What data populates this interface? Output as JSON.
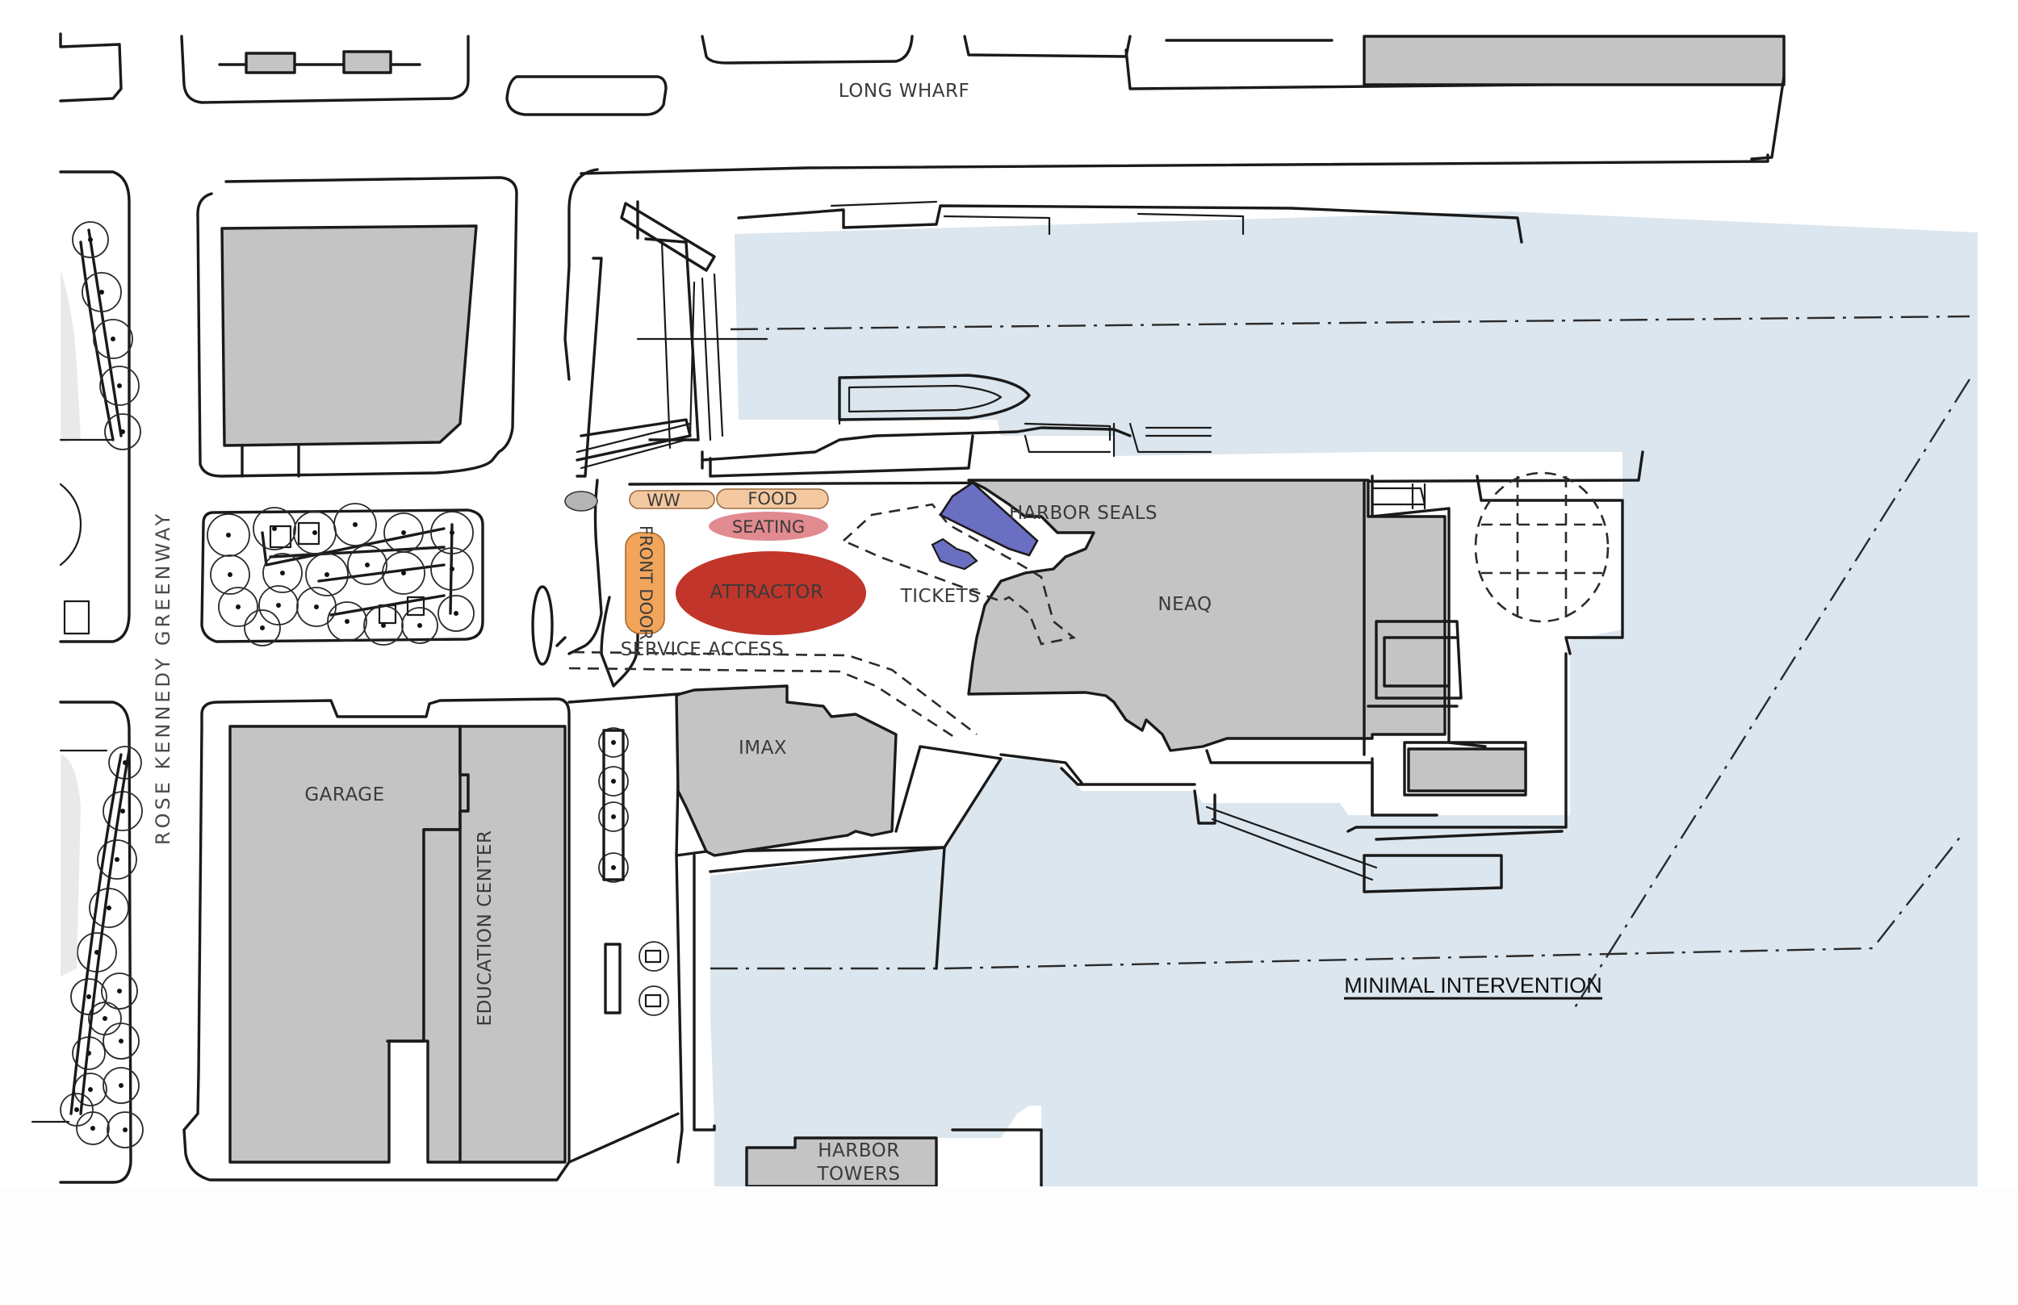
{
  "map": {
    "labels": {
      "long_wharf": "LONG WHARF",
      "harbor_seals": "HARBOR SEALS",
      "neaq": "NEAQ",
      "tickets": "TICKETS",
      "ww": "WW",
      "food": "FOOD",
      "seating": "SEATING",
      "front_door": "FRONT DOOR",
      "attractor": "ATTRACTOR",
      "service_access": "SERVICE ACCESS",
      "imax": "IMAX",
      "garage": "GARAGE",
      "education_center": "EDUCATION CENTER",
      "harbor_towers_1": "HARBOR",
      "harbor_towers_2": "TOWERS",
      "minimal_intervention": "MINIMAL INTERVENTION",
      "street_greenway": "ROSE KENNEDY GREENWAY"
    },
    "colors": {
      "water": "#dbe6ee",
      "building": "#c4c4c4",
      "attractor": "#c1352a",
      "seating": "#e18a8f",
      "food": "#f5c9a0",
      "front_door": "#f2a55a",
      "harbor_seals": "#6a6fc2"
    }
  }
}
